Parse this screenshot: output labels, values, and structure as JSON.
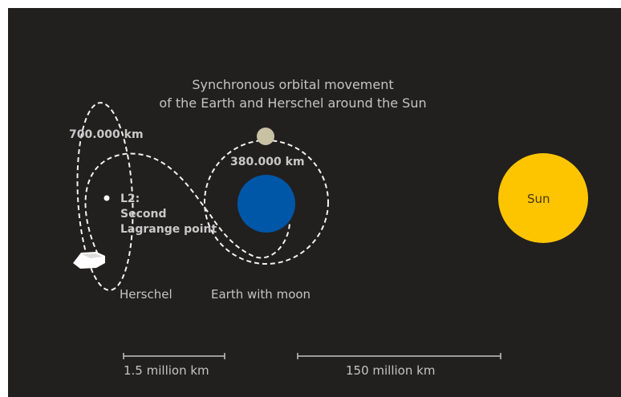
{
  "title": {
    "line1": "Synchronous orbital movement",
    "line2": "of the Earth and Herschel around the Sun"
  },
  "labels": {
    "herschel_orbit_distance": "700.000 km",
    "moon_orbit_distance": "380.000 km",
    "l2_line1": "L2:",
    "l2_line2": "Second",
    "l2_line3": "Lagrange point",
    "herschel": "Herschel",
    "earth": "Earth with moon",
    "sun": "Sun"
  },
  "scale_bars": {
    "left": "1.5 million km",
    "right": "150 million km"
  },
  "colors": {
    "background": "#221f1f",
    "text": "#c4c4c4",
    "earth": "#0057a8",
    "moon": "#c9c1a4",
    "sun": "#fdc500",
    "orbit_line": "#f2f2f2"
  },
  "icons": {
    "spacecraft": "herschel-spacecraft-icon"
  }
}
